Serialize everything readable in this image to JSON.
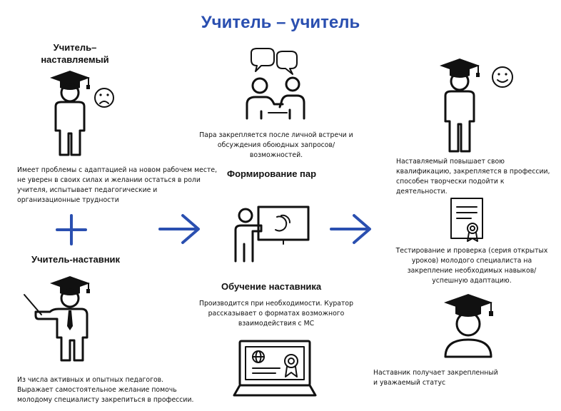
{
  "title": "Учитель – учитель",
  "mentee": {
    "heading_lines": [
      "Учитель–",
      "наставляемый"
    ],
    "text_lines": [
      "Имеет проблемы с адаптацией на новом рабочем месте,",
      "не уверен в своих силах и желании остаться в роли",
      "учителя, испытывает педагогические и",
      "организационные трудности"
    ]
  },
  "mentor": {
    "heading": "Учитель-наставник",
    "text_lines": [
      "Из числа активных и опытных педагогов.",
      "Выражает самостоятельное желание помочь",
      "молодому специалисту закрепиться в профессии."
    ]
  },
  "pair_meeting": {
    "text_lines": [
      "Пара закрепляется после личной встречи и",
      "обсуждения обоюдных запросов/",
      "возможностей."
    ]
  },
  "pair_forming": {
    "heading": "Формирование пар"
  },
  "mentor_training": {
    "heading": "Обучение наставника",
    "text_lines": [
      "Производится при необходимости. Куратор",
      "рассказывает о форматах возможного",
      "взаимодействия с МС"
    ]
  },
  "result_qualification": {
    "text_lines": [
      "Наставляемый повышает свою",
      "квалификацию, закрепляется в профессии,",
      "способен творчески подойти к",
      "деятельности."
    ]
  },
  "result_testing": {
    "text_lines": [
      "Тестирование и проверка (серия открытых",
      "уроков) молодого специалиста на",
      "закрепление необходимых навыков/",
      "успешную адаптацию."
    ]
  },
  "result_status": {
    "text_lines": [
      "Наставник получает закрепленный",
      "и уважаемый статус"
    ]
  },
  "colors": {
    "accent": "#2a4fb0",
    "ink": "#111111"
  }
}
